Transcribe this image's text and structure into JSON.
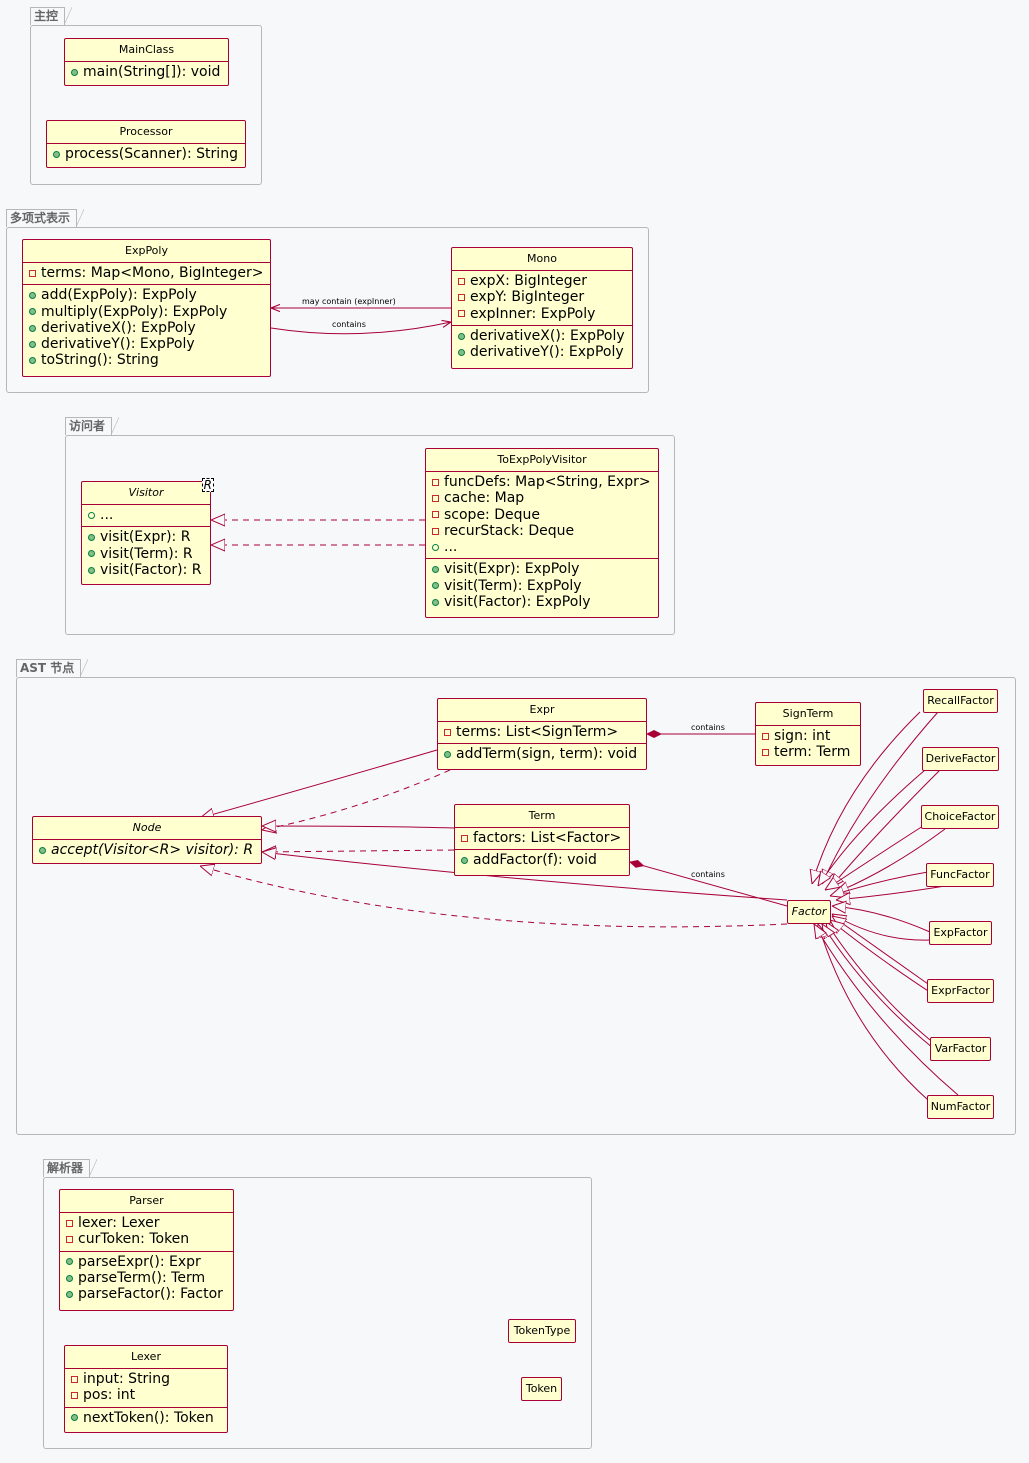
{
  "packages": {
    "main": "主控",
    "poly": "多项式表示",
    "visitor": "访问者",
    "ast": "AST 节点",
    "parser": "解析器"
  },
  "classes": {
    "mainclass": {
      "name": "MainClass",
      "methods": [
        "main(String[]): void"
      ]
    },
    "processor": {
      "name": "Processor",
      "methods": [
        "process(Scanner): String"
      ]
    },
    "exppoly": {
      "name": "ExpPoly",
      "fields": [
        "terms: Map<Mono, BigInteger>"
      ],
      "methods": [
        "add(ExpPoly): ExpPoly",
        "multiply(ExpPoly): ExpPoly",
        "derivativeX(): ExpPoly",
        "derivativeY(): ExpPoly",
        "toString(): String"
      ]
    },
    "mono": {
      "name": "Mono",
      "fields": [
        "expX: BigInteger",
        "expY: BigInteger",
        "expInner: ExpPoly"
      ],
      "methods": [
        "derivativeX(): ExpPoly",
        "derivativeY(): ExpPoly"
      ]
    },
    "visitor": {
      "name": "Visitor",
      "generic": "R",
      "fields": [
        "..."
      ],
      "methods": [
        "visit(Expr): R",
        "visit(Term): R",
        "visit(Factor): R"
      ]
    },
    "toexppolyvisitor": {
      "name": "ToExpPolyVisitor",
      "fields": [
        "funcDefs: Map<String, Expr>",
        "cache: Map",
        "scope: Deque",
        "recurStack: Deque",
        "..."
      ],
      "methods": [
        "visit(Expr): ExpPoly",
        "visit(Term): ExpPoly",
        "visit(Factor): ExpPoly"
      ]
    },
    "expr": {
      "name": "Expr",
      "fields": [
        "terms: List<SignTerm>"
      ],
      "methods": [
        "addTerm(sign, term): void"
      ]
    },
    "signterm": {
      "name": "SignTerm",
      "fields": [
        "sign: int",
        "term: Term"
      ]
    },
    "node": {
      "name": "Node",
      "methods": [
        "accept(Visitor<R> visitor): R"
      ]
    },
    "term": {
      "name": "Term",
      "fields": [
        "factors: List<Factor>"
      ],
      "methods": [
        "addFactor(f): void"
      ]
    },
    "factor": {
      "name": "Factor"
    },
    "recallfactor": {
      "name": "RecallFactor"
    },
    "derivefactor": {
      "name": "DeriveFactor"
    },
    "choicefactor": {
      "name": "ChoiceFactor"
    },
    "funcfactor": {
      "name": "FuncFactor"
    },
    "expfactor": {
      "name": "ExpFactor"
    },
    "exprfactor": {
      "name": "ExprFactor"
    },
    "varfactor": {
      "name": "VarFactor"
    },
    "numfactor": {
      "name": "NumFactor"
    },
    "parser": {
      "name": "Parser",
      "fields": [
        "lexer: Lexer",
        "curToken: Token"
      ],
      "methods": [
        "parseExpr(): Expr",
        "parseTerm(): Term",
        "parseFactor(): Factor"
      ]
    },
    "lexer": {
      "name": "Lexer",
      "fields": [
        "input: String",
        "pos: int"
      ],
      "methods": [
        "nextToken(): Token"
      ]
    },
    "tokentype": {
      "name": "TokenType"
    },
    "token": {
      "name": "Token"
    }
  },
  "edge_labels": {
    "mono_to_exppoly": "may contain (expInner)",
    "exppoly_to_mono": "contains",
    "expr_to_signterm": "contains",
    "term_to_factor": "contains"
  },
  "colors": {
    "class_fill": "#ffffd0",
    "class_border": "#a80036",
    "package_border": "#b7b7b7",
    "background": "#f7f8fa"
  }
}
